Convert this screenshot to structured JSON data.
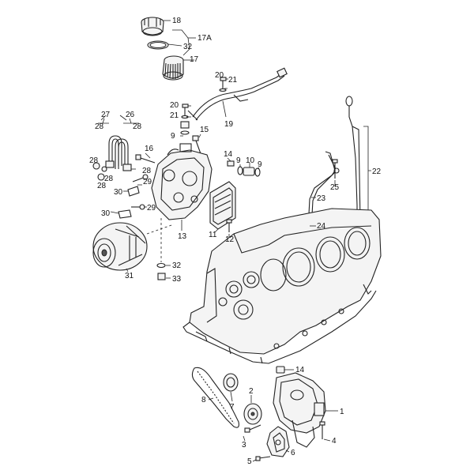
{
  "diagram": {
    "callouts": [
      {
        "id": "c18",
        "label": "18"
      },
      {
        "id": "c17A",
        "label": "17A"
      },
      {
        "id": "c32a",
        "label": "32"
      },
      {
        "id": "c17",
        "label": "17"
      },
      {
        "id": "c20a",
        "label": "20"
      },
      {
        "id": "c21a",
        "label": "21"
      },
      {
        "id": "c20b",
        "label": "20"
      },
      {
        "id": "c21b",
        "label": "21"
      },
      {
        "id": "c19",
        "label": "19"
      },
      {
        "id": "c27",
        "label": "27"
      },
      {
        "id": "c26",
        "label": "26"
      },
      {
        "id": "c28a",
        "label": "28"
      },
      {
        "id": "c28b",
        "label": "28"
      },
      {
        "id": "c15",
        "label": "15"
      },
      {
        "id": "c9a",
        "label": "9"
      },
      {
        "id": "c16",
        "label": "16"
      },
      {
        "id": "c14a",
        "label": "14"
      },
      {
        "id": "c9b",
        "label": "9"
      },
      {
        "id": "c10",
        "label": "10"
      },
      {
        "id": "c9c",
        "label": "9"
      },
      {
        "id": "c28c",
        "label": "28"
      },
      {
        "id": "c28d",
        "label": "28"
      },
      {
        "id": "c28e",
        "label": "28"
      },
      {
        "id": "c29a",
        "label": "29"
      },
      {
        "id": "c28f",
        "label": "28"
      },
      {
        "id": "c30a",
        "label": "30"
      },
      {
        "id": "c29b",
        "label": "29"
      },
      {
        "id": "c30b",
        "label": "30"
      },
      {
        "id": "c22",
        "label": "22"
      },
      {
        "id": "c25",
        "label": "25"
      },
      {
        "id": "c23",
        "label": "23"
      },
      {
        "id": "c24",
        "label": "24"
      },
      {
        "id": "c13",
        "label": "13"
      },
      {
        "id": "c11",
        "label": "11"
      },
      {
        "id": "c12",
        "label": "12"
      },
      {
        "id": "c31",
        "label": "31"
      },
      {
        "id": "c32b",
        "label": "32"
      },
      {
        "id": "c33",
        "label": "33"
      },
      {
        "id": "c14b",
        "label": "14"
      },
      {
        "id": "c2",
        "label": "2"
      },
      {
        "id": "c1",
        "label": "1"
      },
      {
        "id": "c8",
        "label": "8"
      },
      {
        "id": "c7",
        "label": "7"
      },
      {
        "id": "c3",
        "label": "3"
      },
      {
        "id": "c4",
        "label": "4"
      },
      {
        "id": "c6",
        "label": "6"
      },
      {
        "id": "c5",
        "label": "5"
      }
    ]
  }
}
